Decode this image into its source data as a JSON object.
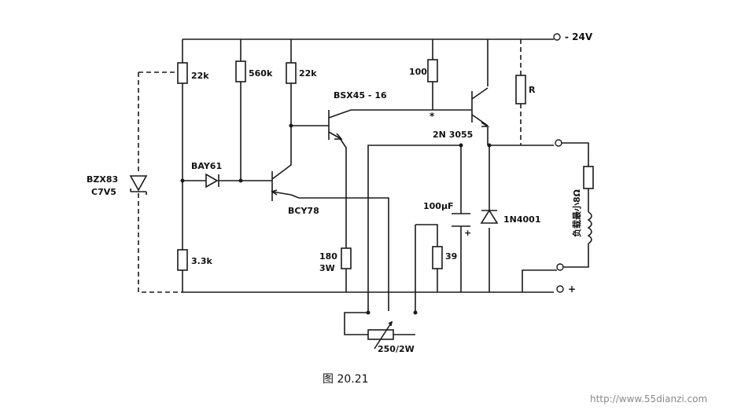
{
  "terminals": {
    "negative": "- 24V",
    "positive": "+"
  },
  "resistors": {
    "r1": "22k",
    "r2": "560k",
    "r3": "22k",
    "r4": "100",
    "r5": "R",
    "r6": "3.3k",
    "r7": "39"
  },
  "power_resistor": {
    "value": "180",
    "rating": "3W"
  },
  "potentiometer": "250/2W",
  "zener": {
    "line1": "BZX83",
    "line2": "C7V5"
  },
  "diodes": {
    "d1": "BAY61",
    "d2": "1N4001"
  },
  "transistors": {
    "t1": "BSX45 - 16",
    "t2": "BCY78",
    "t3": "2N 3055"
  },
  "capacitor": {
    "value": "100μF",
    "polarity": "+"
  },
  "star_mark": "*",
  "load": "负载最小8Ω",
  "caption": "图 20.21",
  "watermark": "http://www.55dianzi.com"
}
